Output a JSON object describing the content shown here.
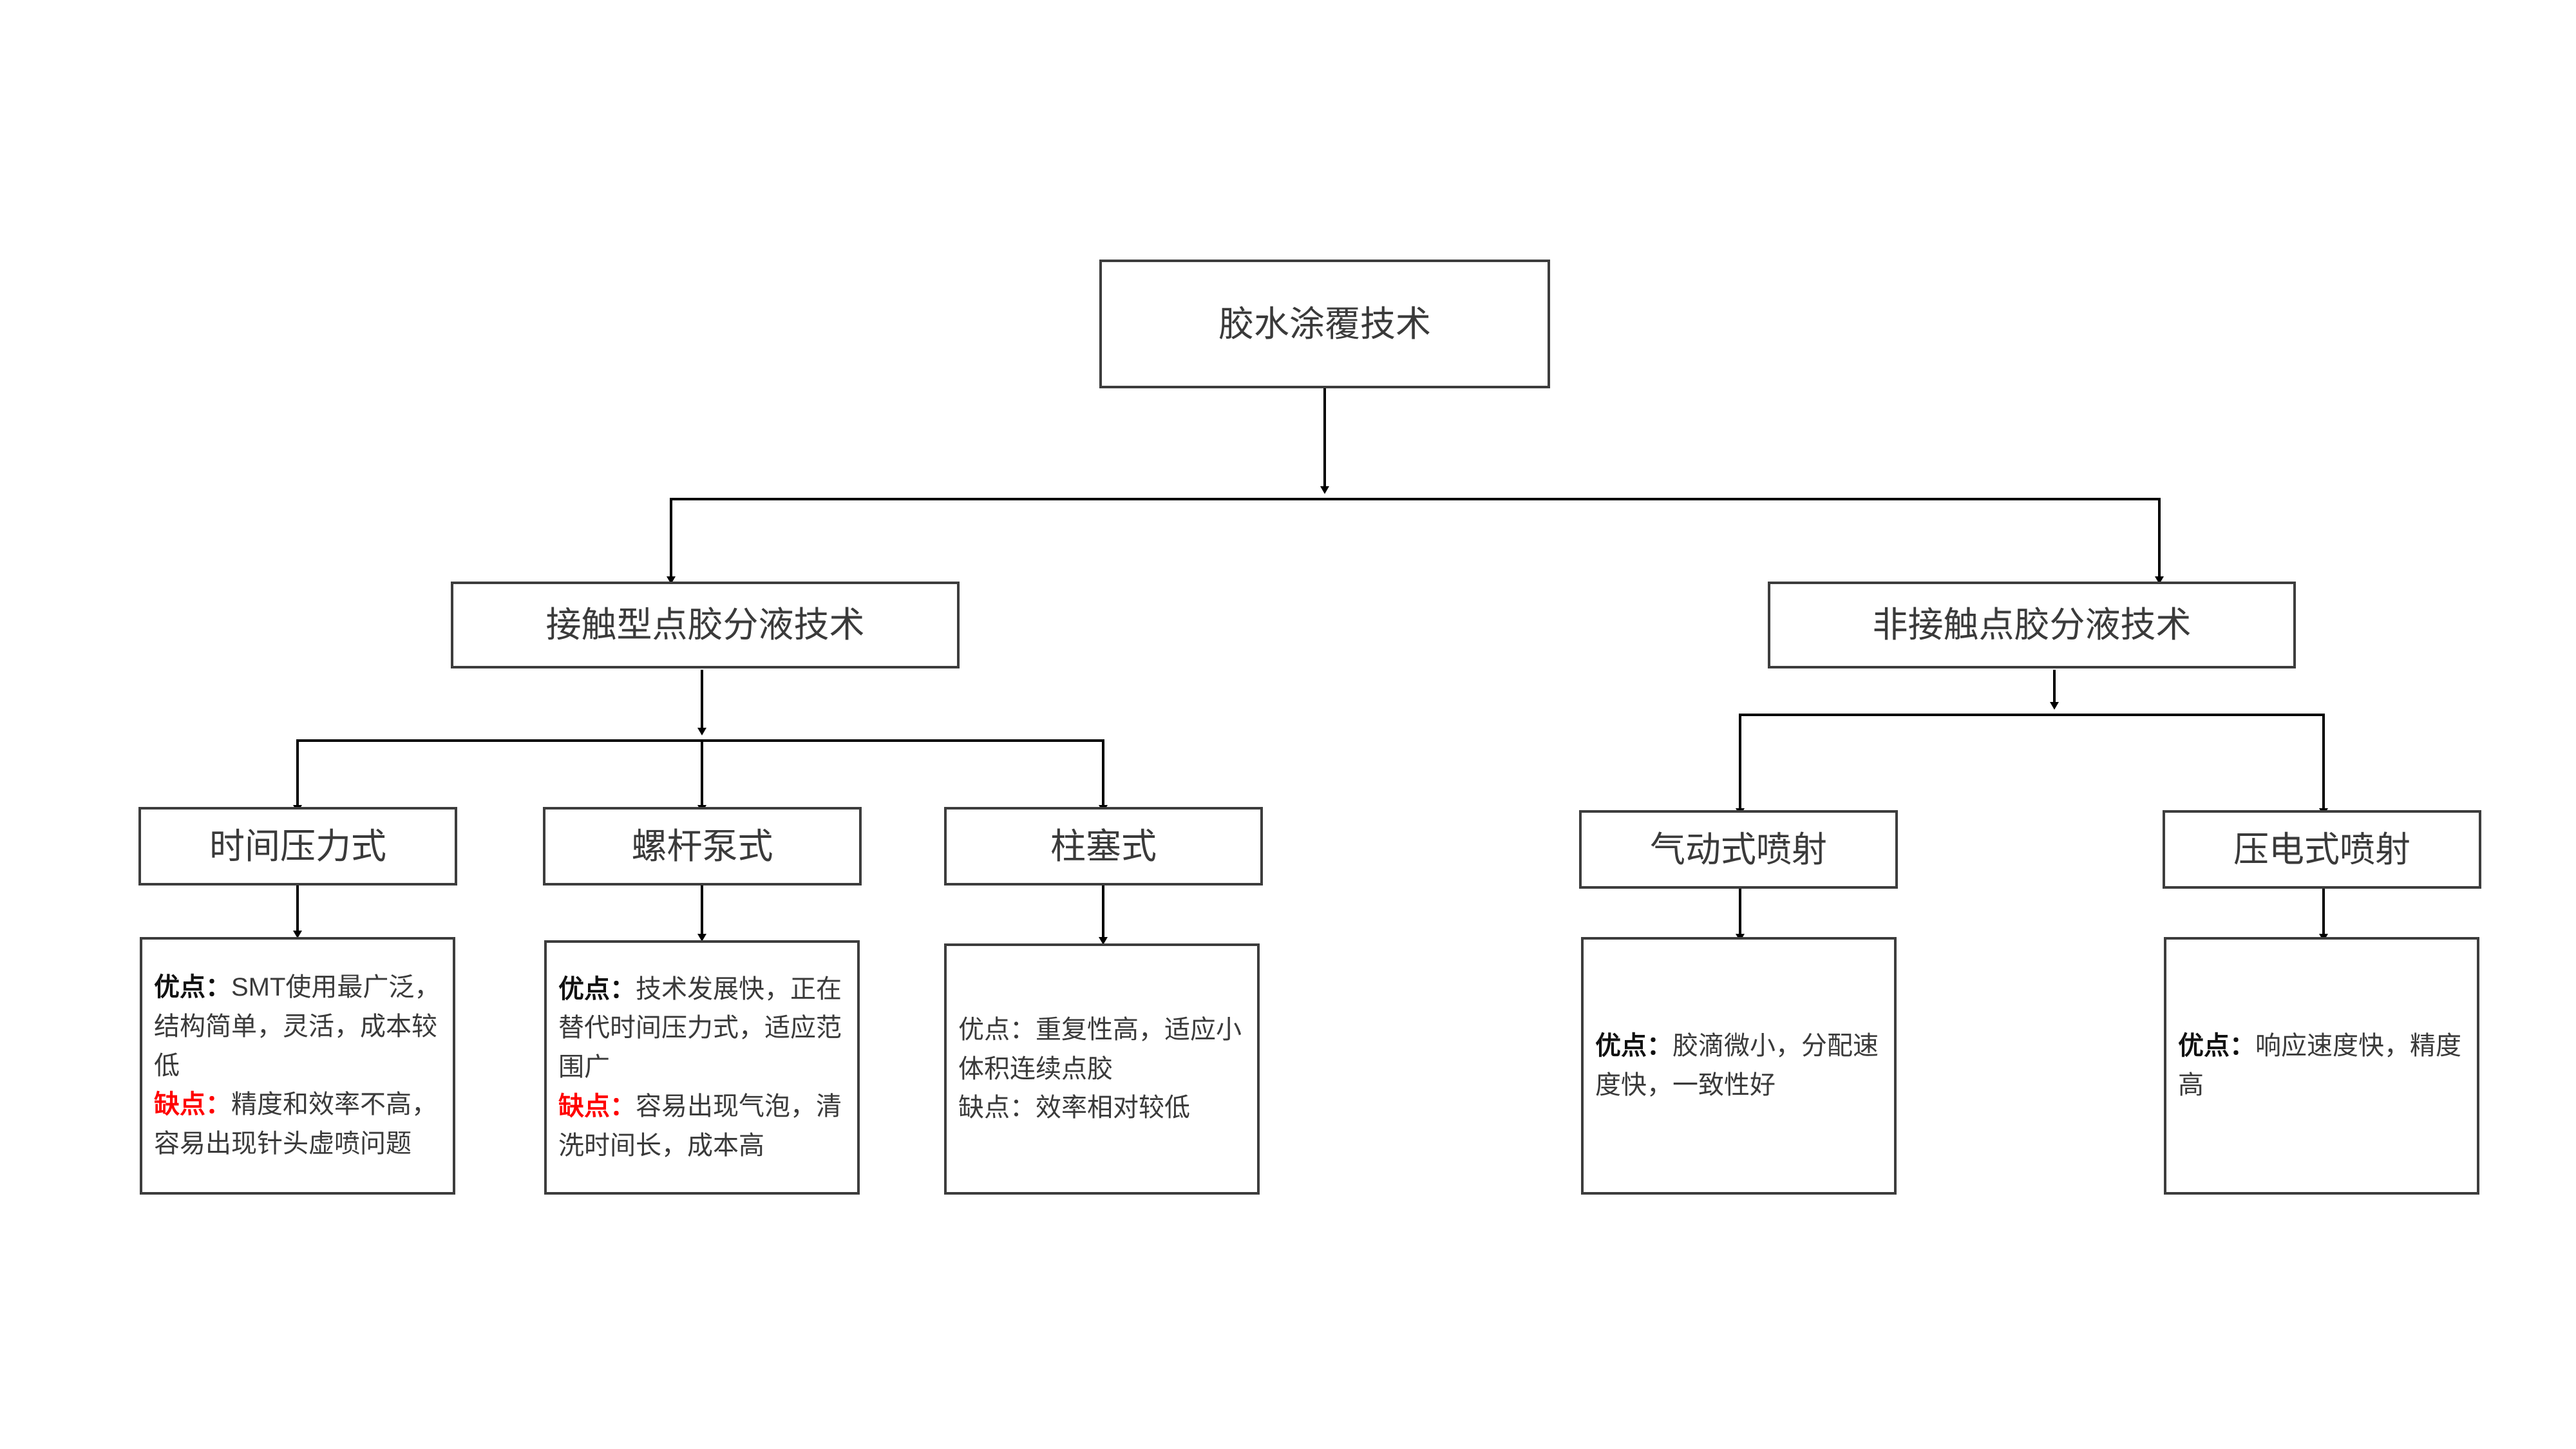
{
  "diagram": {
    "title_node": "胶水涂覆技术",
    "branches": [
      {
        "label": "接触型点胶分液技术",
        "children": [
          {
            "label": "时间压力式",
            "detail": {
              "pros_key": "优点：",
              "pros_text": "SMT使用最广泛，结构简单，灵活，成本较低",
              "cons_key": "缺点：",
              "cons_text": "精度和效率不高，容易出现针头虚喷问题",
              "cons_highlight": true
            }
          },
          {
            "label": "螺杆泵式",
            "detail": {
              "pros_key": "优点：",
              "pros_text": "技术发展快，正在替代时间压力式，适应范围广",
              "cons_key": "缺点：",
              "cons_text": "容易出现气泡，清洗时间长，成本高",
              "cons_highlight": true
            }
          },
          {
            "label": "柱塞式",
            "detail": {
              "pros_key": "优点：",
              "pros_text": "重复性高，适应小体积连续点胶",
              "cons_key": "缺点：",
              "cons_text": "效率相对较低",
              "cons_highlight": false
            }
          }
        ]
      },
      {
        "label": "非接触点胶分液技术",
        "children": [
          {
            "label": "气动式喷射",
            "detail": {
              "pros_key": "优点：",
              "pros_text": "胶滴微小，分配速度快，一致性好",
              "cons_key": "",
              "cons_text": "",
              "cons_highlight": false
            }
          },
          {
            "label": "压电式喷射",
            "detail": {
              "pros_key": "优点：",
              "pros_text": "响应速度快，精度高",
              "cons_key": "",
              "cons_text": "",
              "cons_highlight": false
            }
          }
        ]
      }
    ],
    "colors": {
      "box_border": "#3d3d3d",
      "text": "#3a3a3a",
      "connector": "#000000",
      "highlight": "#ff0000",
      "background": "#ffffff"
    }
  }
}
